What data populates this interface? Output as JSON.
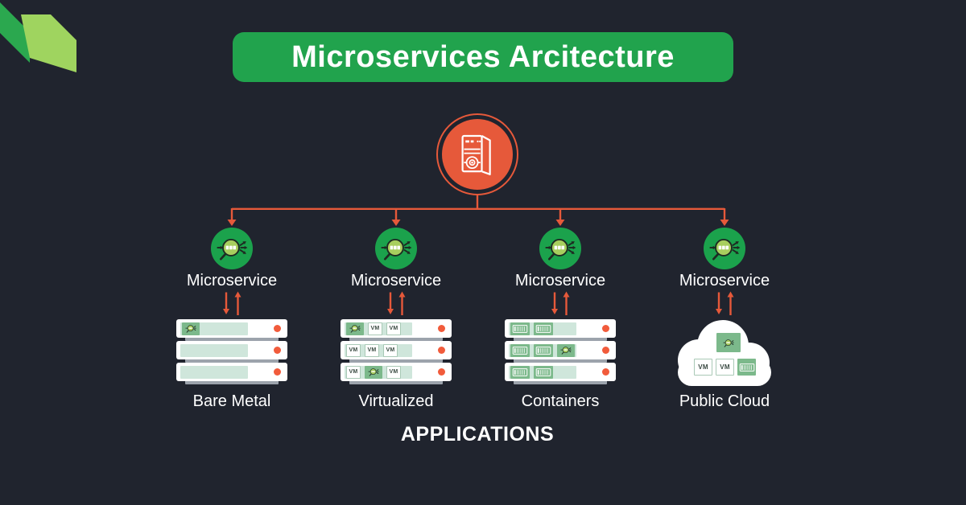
{
  "title": "Microservices Arcitecture",
  "footer": "APPLICATIONS",
  "vm_label": "VM",
  "hub": {
    "icon": "server-tower-icon"
  },
  "colors": {
    "background": "#20242E",
    "banner_green": "#21A34D",
    "ribbon_dark_green": "#2BA84F",
    "ribbon_light_green": "#9FD45F",
    "orange": "#E6593A",
    "led_orange": "#F15B3B",
    "service_green": "#1BA24C",
    "icon_leaf_green": "#A8CE5E",
    "icon_outline": "#1E2B22",
    "mint_panel": "#CFE6DB",
    "box_green": "#7CB98B",
    "server_base_gray": "#9CA3AC",
    "text": "#FFFFFF"
  },
  "columns": [
    {
      "service_label": "Microservice",
      "infra_label": "Bare Metal",
      "infra_type": "servers",
      "rows": [
        [
          "microservice"
        ],
        [],
        []
      ]
    },
    {
      "service_label": "Microservice",
      "infra_label": "Virtualized",
      "infra_type": "servers",
      "rows": [
        [
          "microservice",
          "vm",
          "vm"
        ],
        [
          "vm",
          "vm",
          "vm"
        ],
        [
          "vm",
          "microservice",
          "vm"
        ]
      ]
    },
    {
      "service_label": "Microservice",
      "infra_label": "Containers",
      "infra_type": "servers",
      "rows": [
        [
          "container",
          "container"
        ],
        [
          "container",
          "container",
          "microservice"
        ],
        [
          "container",
          "container"
        ]
      ]
    },
    {
      "service_label": "Microservice",
      "infra_label": "Public Cloud",
      "infra_type": "cloud",
      "cloud_items": {
        "top": [
          "microservice"
        ],
        "bottom": [
          "vm",
          "vm",
          "container"
        ]
      }
    }
  ]
}
